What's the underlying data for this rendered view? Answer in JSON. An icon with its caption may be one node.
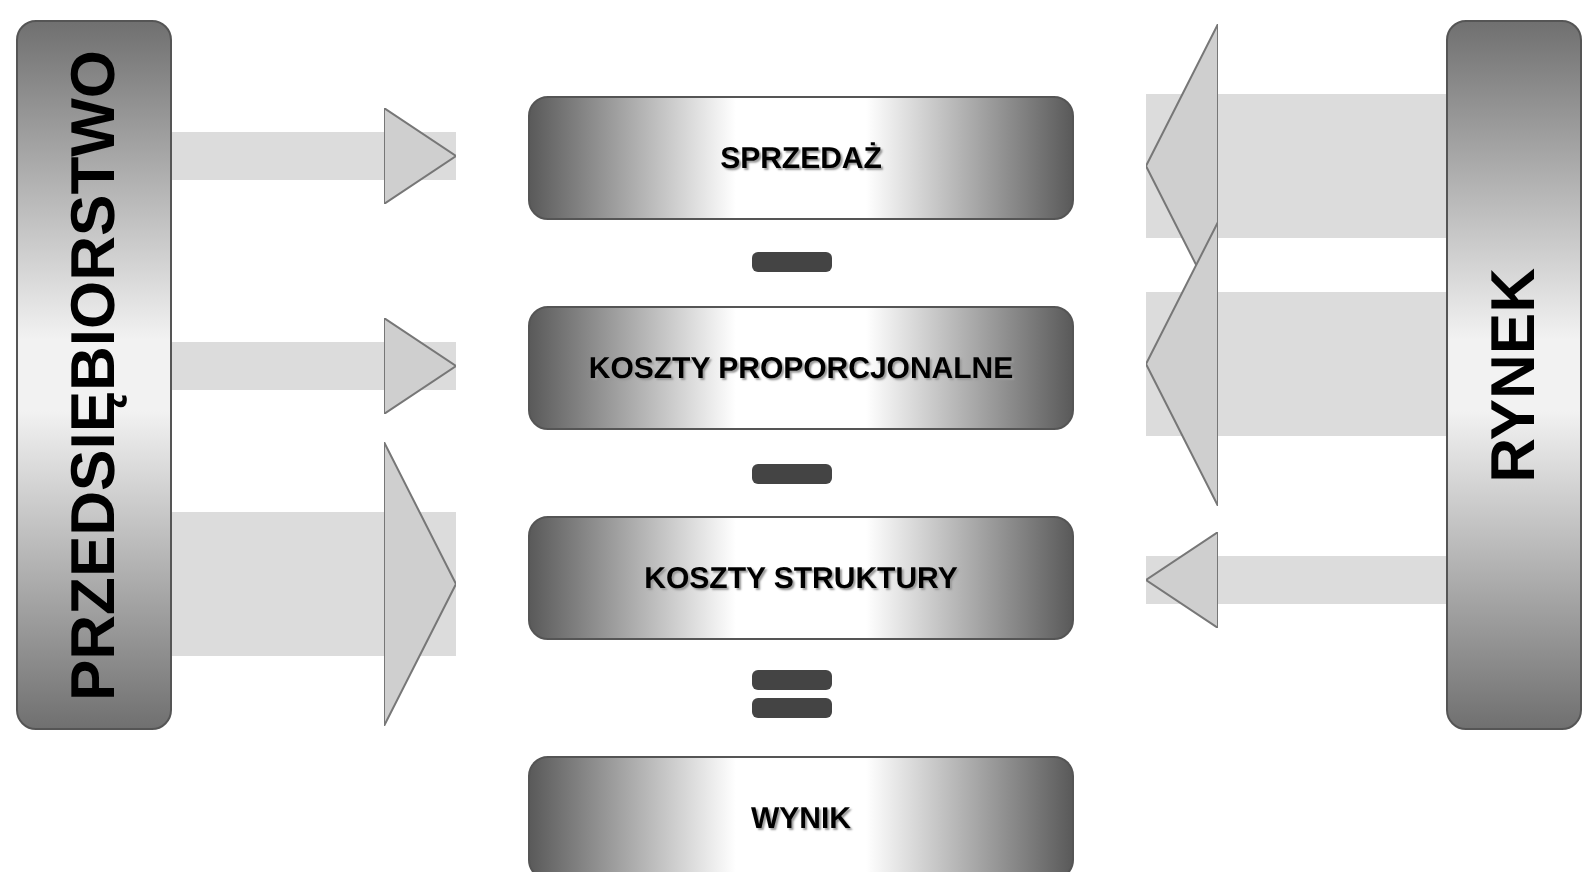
{
  "diagram": {
    "nodes": [
      {
        "text": [
          "PRZEDSIĘBIORSTWO"
        ]
      },
      {
        "text": [
          "SPRZEDAŻ"
        ]
      },
      {
        "text": [
          "KOSZTY PROPORCJONALNE"
        ]
      },
      {
        "text": [
          "KOSZTY STRUKTURY"
        ]
      },
      {
        "text": [
          "WYNIK"
        ]
      },
      {
        "text": [
          "RYNEK"
        ]
      }
    ],
    "edges": [
      {
        "from": 0,
        "to": 1,
        "arrow": "to"
      },
      {
        "from": 0,
        "to": 2,
        "arrow": "to"
      },
      {
        "from": 0,
        "to": 3,
        "arrow": "to",
        "style": "thick"
      },
      {
        "from": 5,
        "to": 1,
        "arrow": "to",
        "style": "thick"
      },
      {
        "from": 5,
        "to": 2,
        "arrow": "to",
        "style": "thick"
      },
      {
        "from": 5,
        "to": 3,
        "arrow": "to"
      }
    ]
  }
}
